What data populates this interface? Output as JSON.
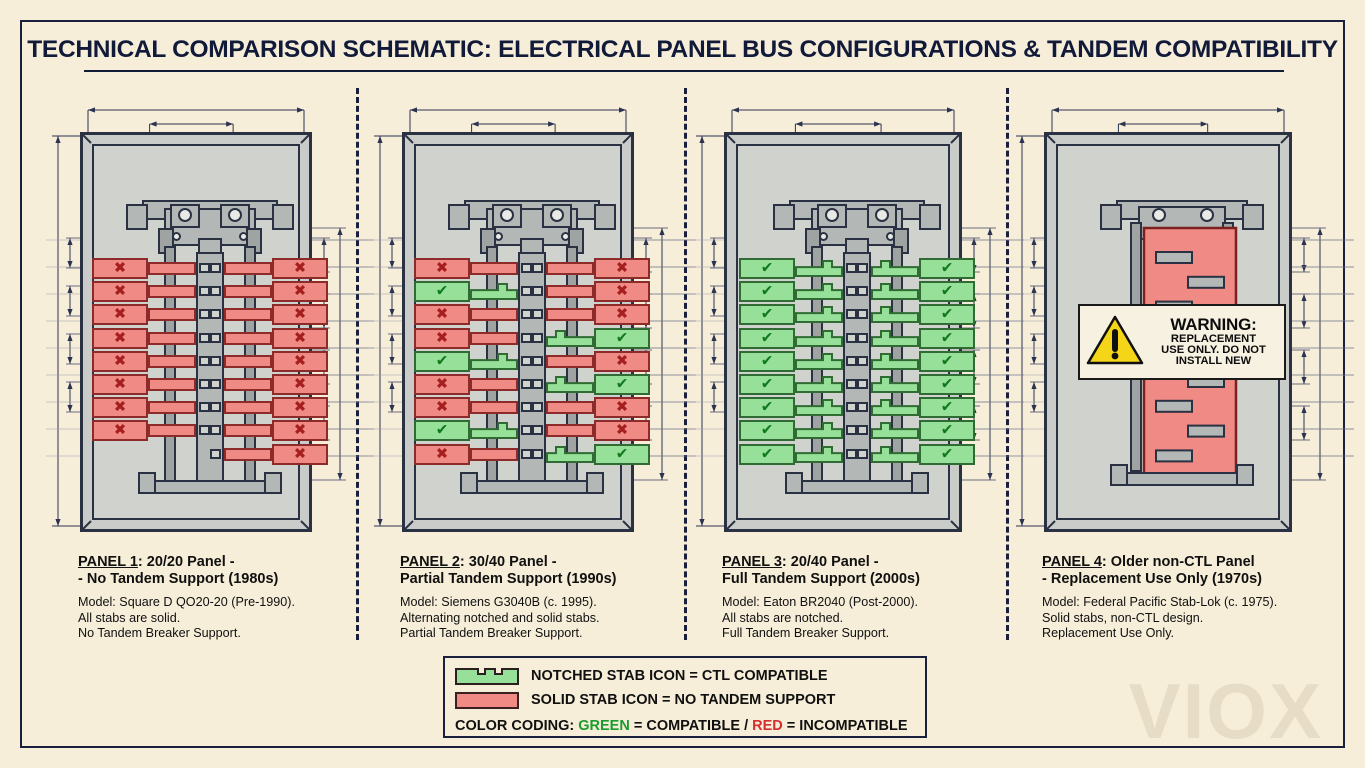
{
  "document": {
    "title": "TECHNICAL COMPARISON SCHEMATIC: ELECTRICAL PANEL BUS CONFIGURATIONS & TANDEM COMPATIBILITY",
    "watermark": "VIOX",
    "background_color": "#f7eed9",
    "border_color": "#1a1f3d",
    "accent_green": "#96e09a",
    "accent_red": "#ef8a85",
    "glyph_ok": "✔",
    "glyph_bad": "✖"
  },
  "panels": [
    {
      "id": "panel-1",
      "label_number": "PANEL 1",
      "label_title": ": 20/20 Panel -",
      "label_line2": "- No Tandem Support (1980s)",
      "body_line1": "Model: Square D QO20-20 (Pre-1990).",
      "body_line2": "All stabs are solid.",
      "body_line3": "No Tandem Breaker Support.",
      "stab_type": "solid",
      "left_breakers": [
        "bad",
        "bad",
        "bad",
        "bad",
        "bad",
        "bad",
        "bad",
        "bad"
      ],
      "right_breakers": [
        "bad",
        "bad",
        "bad",
        "bad",
        "bad",
        "bad",
        "bad",
        "bad",
        "bad"
      ],
      "left_stabs": [
        "solid",
        "solid",
        "solid",
        "solid",
        "solid",
        "solid",
        "solid",
        "solid"
      ],
      "right_stabs": [
        "solid",
        "solid",
        "solid",
        "solid",
        "solid",
        "solid",
        "solid",
        "solid",
        "solid"
      ]
    },
    {
      "id": "panel-2",
      "label_number": "PANEL 2",
      "label_title": ": 30/40 Panel -",
      "label_line2": "Partial Tandem Support (1990s)",
      "body_line1": "Model: Siemens G3040B (c. 1995).",
      "body_line2": "Alternating notched and solid stabs.",
      "body_line3": "Partial Tandem Breaker Support.",
      "stab_type": "mixed",
      "left_breakers": [
        "bad",
        "good",
        "bad",
        "bad",
        "good",
        "bad",
        "bad",
        "good",
        "bad"
      ],
      "right_breakers": [
        "bad",
        "bad",
        "bad",
        "good",
        "bad",
        "good",
        "bad",
        "bad",
        "good"
      ],
      "left_stabs": [
        "solid",
        "notched",
        "solid",
        "solid",
        "notched",
        "solid",
        "solid",
        "notched",
        "solid"
      ],
      "right_stabs": [
        "solid",
        "solid",
        "solid",
        "notched",
        "solid",
        "notched",
        "solid",
        "solid",
        "notched"
      ]
    },
    {
      "id": "panel-3",
      "label_number": "PANEL 3",
      "label_title": ": 20/40 Panel -",
      "label_line2": "Full Tandem Support (2000s)",
      "body_line1": "Model: Eaton BR2040 (Post-2000).",
      "body_line2": "All stabs are notched.",
      "body_line3": "Full Tandem Breaker Support.",
      "stab_type": "notched",
      "left_breakers": [
        "good",
        "good",
        "good",
        "good",
        "good",
        "good",
        "good",
        "good",
        "good"
      ],
      "right_breakers": [
        "good",
        "good",
        "good",
        "good",
        "good",
        "good",
        "good",
        "good",
        "good"
      ],
      "left_stabs": [
        "notched",
        "notched",
        "notched",
        "notched",
        "notched",
        "notched",
        "notched",
        "notched",
        "notched"
      ],
      "right_stabs": [
        "notched",
        "notched",
        "notched",
        "notched",
        "notched",
        "notched",
        "notched",
        "notched",
        "notched"
      ]
    },
    {
      "id": "panel-4",
      "label_number": "PANEL 4",
      "label_title": ": Older non-CTL Panel",
      "label_line2": "- Replacement Use Only (1970s)",
      "body_line1": "Model: Federal Pacific Stab-Lok (c. 1975).",
      "body_line2": "Solid stabs, non-CTL design.",
      "body_line3": "Replacement Use Only.",
      "stab_type": "solid",
      "left_breakers": [],
      "right_breakers": [],
      "left_stabs": [],
      "right_stabs": [],
      "warning": {
        "title": "WARNING:",
        "line1": "REPLACEMENT",
        "line2": "USE ONLY. DO NOT",
        "line3": "INSTALL NEW",
        "icon": "warning-triangle-icon",
        "icon_color": "#f5d518"
      }
    }
  ],
  "legend": {
    "rows": [
      {
        "swatch": "notched-stab-icon",
        "text": "NOTCHED STAB ICON = CTL COMPATIBLE"
      },
      {
        "swatch": "solid-stab-icon",
        "text": "SOLID STAB ICON = NO TANDEM SUPPORT"
      }
    ],
    "color_line": {
      "prefix": "COLOR CODING: ",
      "green_word": "GREEN",
      "mid": " = COMPATIBLE / ",
      "red_word": "RED",
      "suffix": " = INCOMPATIBLE"
    }
  }
}
